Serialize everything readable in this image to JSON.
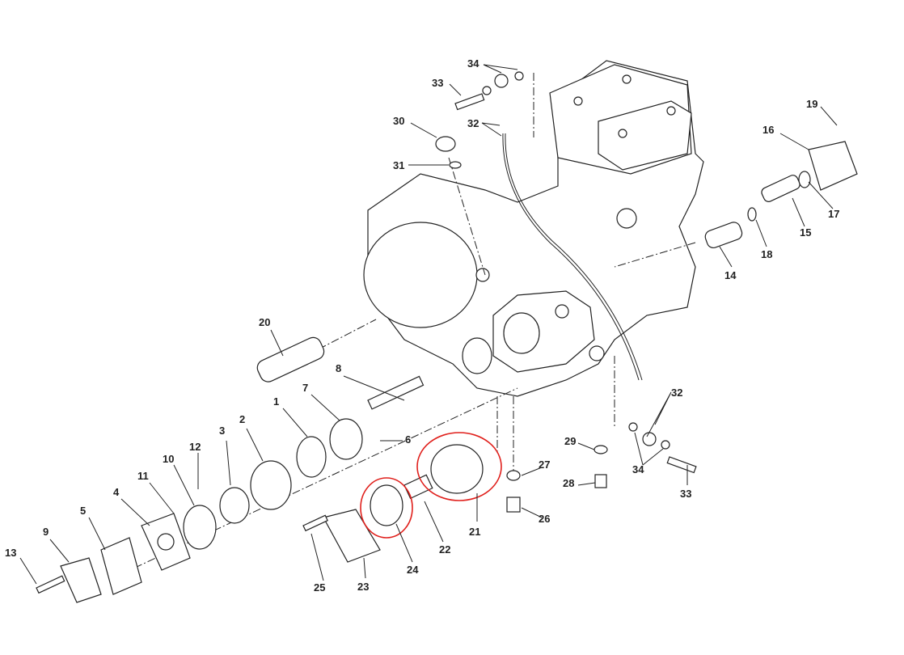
{
  "diagram": {
    "title": "Oil pump / oil filter exploded view",
    "highlight_color": "#e0201c",
    "callouts": {
      "c34a": "34",
      "c33a": "33",
      "c32a": "32",
      "c30": "30",
      "c31": "31",
      "c19": "19",
      "c16": "16",
      "c17": "17",
      "c15": "15",
      "c18": "18",
      "c14": "14",
      "c20": "20",
      "c8": "8",
      "c7": "7",
      "c1": "1",
      "c2": "2",
      "c3": "3",
      "c12": "12",
      "c10": "10",
      "c11": "11",
      "c4": "4",
      "c5": "5",
      "c9": "9",
      "c13": "13",
      "c6": "6",
      "c32b": "32",
      "c29": "29",
      "c27": "27",
      "c28": "28",
      "c26": "26",
      "c21": "21",
      "c22": "22",
      "c24": "24",
      "c23": "23",
      "c25": "25",
      "c34b": "34",
      "c33b": "33"
    },
    "highlighted_parts": [
      "21",
      "24"
    ]
  }
}
